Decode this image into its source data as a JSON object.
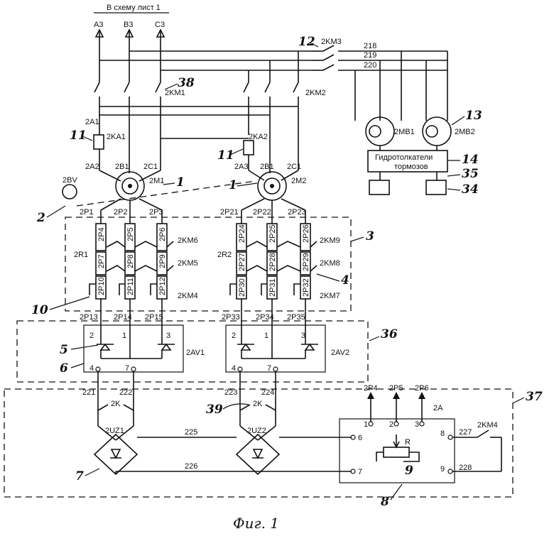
{
  "header": {
    "top_label": "В схему лист 1"
  },
  "bus": {
    "a": "A3",
    "b": "B3",
    "c": "C3"
  },
  "switches": {
    "km1": "2KM1",
    "km2": "2KM2",
    "km3": "2KM3",
    "w218": "218",
    "w219": "219",
    "w220": "220"
  },
  "relays": {
    "ka1": "2KA1",
    "ka2": "2KA2",
    "a1": "2A1",
    "a2": "2A2",
    "a3": "2A3",
    "m1b": "2B1",
    "m1c": "2C1",
    "m2b": "2B1",
    "m2c": "2C1"
  },
  "motors": {
    "m1": "2M1",
    "m2": "2M2",
    "bv": "2BV",
    "mb1": "2MB1",
    "mb2": "2MB2"
  },
  "hydro": {
    "line1": "Гидротолкатели",
    "line2": "тормозов"
  },
  "phases1": {
    "p1": "2P1",
    "p2": "2P2",
    "p3": "2P3"
  },
  "phases2": {
    "p21": "2P21",
    "p22": "2P22",
    "p23": "2P23"
  },
  "resistors1": {
    "group": "2R1",
    "r": [
      "2P4",
      "2P5",
      "2P6",
      "2P7",
      "2P8",
      "2P9",
      "2P10",
      "2P11",
      "2P12"
    ],
    "km6": "2KM6",
    "km5": "2KM5",
    "km4": "2KM4"
  },
  "resistors2": {
    "group": "2R2",
    "r": [
      "2P24",
      "2P25",
      "2P26",
      "2P27",
      "2P28",
      "2P29",
      "2P30",
      "2P31",
      "2P32"
    ],
    "km9": "2KM9",
    "km8": "2KM8",
    "km7": "2KM7"
  },
  "av1": {
    "p13": "2P13",
    "p14": "2P14",
    "p15": "2P15",
    "t2": "2",
    "t1": "1",
    "t3": "3",
    "name": "2AV1",
    "t4": "4",
    "t7": "7"
  },
  "av2": {
    "p33": "2P33",
    "p34": "2P34",
    "p35": "2P35",
    "t2": "2",
    "t1": "1",
    "t3": "3",
    "name": "2AV2",
    "t4": "4",
    "t7": "7"
  },
  "lower": {
    "w221": "221",
    "w222": "222",
    "w223": "223",
    "w224": "224",
    "k1": "2K",
    "k2": "2K",
    "uz1": "2UZ1",
    "uz2": "2UZ2",
    "w225": "225",
    "w226": "226",
    "w227": "227",
    "w228": "228"
  },
  "module": {
    "p4": "2P4",
    "p5": "2P5",
    "p6": "2P6",
    "name": "2A",
    "t1": "1",
    "t2": "2",
    "t3": "3",
    "t6": "6",
    "t7": "7",
    "t8": "8",
    "t9": "9",
    "r": "R",
    "km4": "2KM4"
  },
  "callouts": {
    "n1a": "1",
    "n1b": "1",
    "n2": "2",
    "n3": "3",
    "n4": "4",
    "n5": "5",
    "n6": "6",
    "n7": "7",
    "n8": "8",
    "n9": "9",
    "n10": "10",
    "n11a": "11",
    "n11b": "11",
    "n12": "12",
    "n13": "13",
    "n14": "14",
    "n34": "34",
    "n35": "35",
    "n36": "36",
    "n37": "37",
    "n38": "38",
    "n39": "39"
  },
  "caption": "Фиг. 1"
}
